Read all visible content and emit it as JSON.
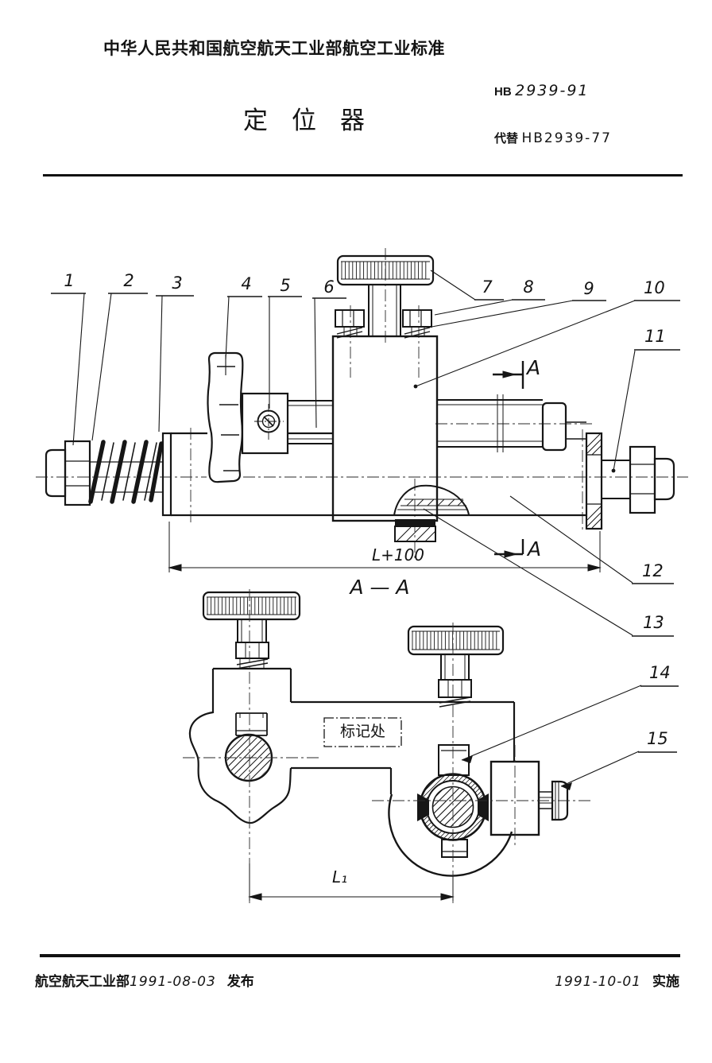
{
  "header": {
    "org_line": "中华人民共和国航空航天工业部航空工业标准",
    "title": "定位器",
    "code_prefix": "HB",
    "code_no": "2939-91",
    "supersede_label": "代替",
    "supersede_no": "HB2939-77"
  },
  "drawing": {
    "callouts": [
      "1",
      "2",
      "3",
      "4",
      "5",
      "6",
      "7",
      "8",
      "9",
      "10",
      "11",
      "12",
      "13",
      "14",
      "15"
    ],
    "section_letter": "A",
    "section_title": "A — A",
    "dim_overall": "L+100",
    "dim_l1": "L₁",
    "marking_label": "标记处"
  },
  "footer": {
    "issuing_org": "航空航天工业部",
    "issue_date": "1991-08-03",
    "issue_verb": "发布",
    "impl_date": "1991-10-01",
    "impl_verb": "实施"
  },
  "colors": {
    "ink": "#161616",
    "paper": "#ffffff"
  }
}
